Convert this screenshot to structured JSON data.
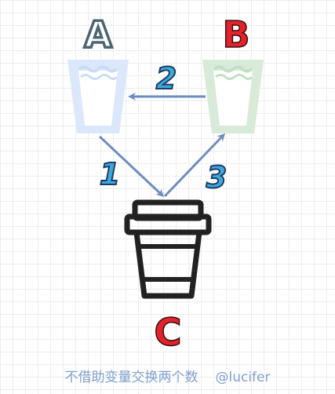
{
  "labels": {
    "cup_a": "A",
    "cup_b": "B",
    "cup_c": "C"
  },
  "steps": {
    "step_1": "1",
    "step_2": "2",
    "step_3": "3"
  },
  "caption": {
    "text": "不借助变量交换两个数",
    "author": "@lucifer"
  },
  "colors": {
    "cup_a_fill": "#dbe8fb",
    "cup_a_water": "#c9dcf6",
    "cup_b_fill": "#d7ebd8",
    "cup_b_water": "#c2e0c5",
    "label_a": "#ffffff",
    "label_a_stroke": "#4e6470",
    "label_b": "#e3222c",
    "label_c": "#e3222c",
    "number_fill": "#3fa8dd",
    "number_stroke": "#1b3e66",
    "arrow": "#6c8ebf",
    "cup_c_stroke": "#222222",
    "caption": "#7f9fd0"
  },
  "icons": {
    "glass_a": "water-glass-icon",
    "glass_b": "water-glass-icon",
    "cup_c": "coffee-cup-icon"
  }
}
